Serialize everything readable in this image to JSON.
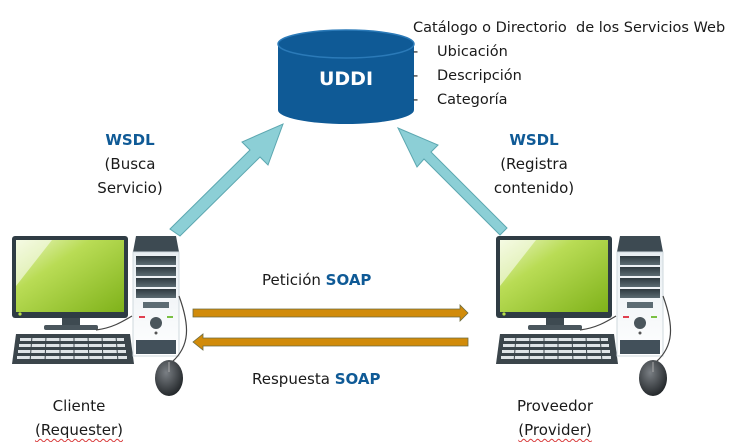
{
  "registry": {
    "label": "UDDI",
    "description_title": "Catálogo o Directorio  de los Servicios Web",
    "bullet_marker": "-",
    "items": [
      "Ubicación",
      "Descripción",
      "Categoría"
    ]
  },
  "left_link": {
    "protocol": "WSDL",
    "line1": "(Busca",
    "line2": "Servicio)"
  },
  "right_link": {
    "protocol": "WSDL",
    "line1": "(Registra",
    "line2": "contenido)"
  },
  "request": {
    "prefix": "Petición",
    "protocol": "SOAP"
  },
  "response": {
    "prefix": "Respuesta",
    "protocol": "SOAP"
  },
  "client": {
    "name": "Cliente",
    "role": "(Requester)"
  },
  "provider": {
    "name": "Proveedor",
    "role": "(Provider)"
  },
  "colors": {
    "cylinder": "#0f5a96",
    "accent_text": "#0f5a96",
    "wsdl_arrow": "#8ccfd6",
    "soap_arrow": "#d18b0a",
    "screen": "#9dcb2e"
  }
}
